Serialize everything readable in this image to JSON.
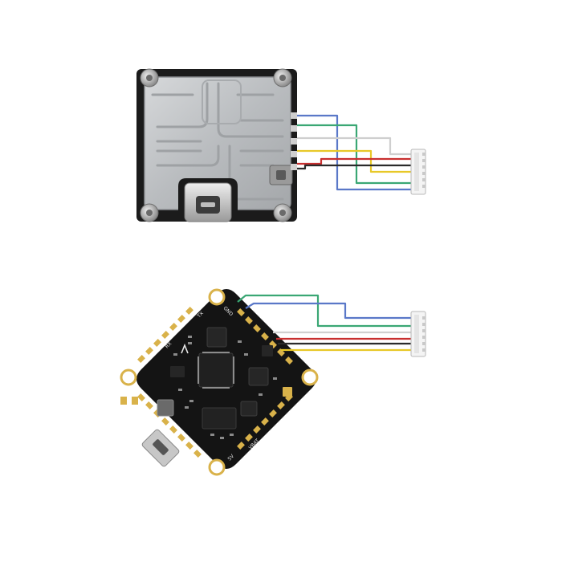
{
  "image": {
    "background": "#ffffff",
    "subjects": [
      {
        "name": "vtx-module",
        "parts": [
          "aluminium-shield",
          "usb-c-port",
          "mounting-screws",
          "ufl-antenna-connector"
        ]
      },
      {
        "name": "flight-controller-board",
        "parts": [
          "mcu-chip",
          "gyro-chip",
          "micro-usb-port",
          "solder-pads"
        ]
      }
    ],
    "wire_colors": {
      "blue": "#5a78c8",
      "green": "#3aa774",
      "white": "#dcdcdc",
      "yellow": "#e8c828",
      "red": "#c83030",
      "black": "#2a2a2a"
    },
    "pcb_color": "#141414",
    "pad_color": "#d9b24a"
  },
  "silkscreen": {
    "fc_pad_1": "GND",
    "fc_pad_2": "TX",
    "fc_pad_3": "RX",
    "fc_pad_4": "VBAT",
    "fc_pad_5": "5V"
  }
}
